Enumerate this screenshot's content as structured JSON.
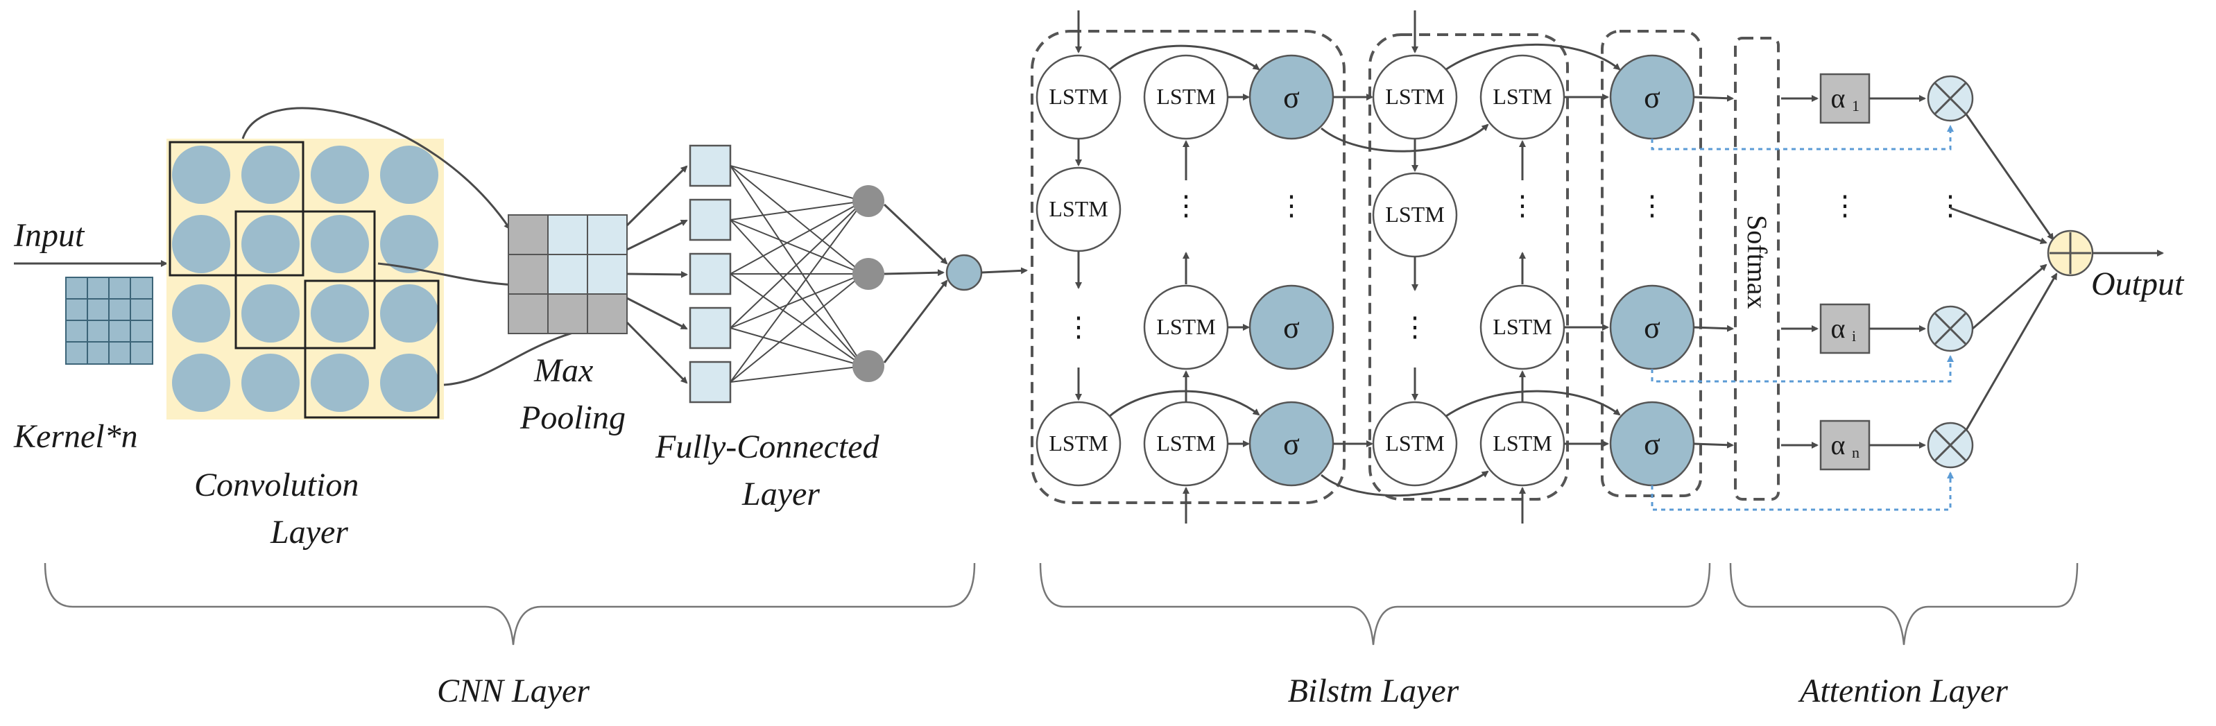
{
  "labels": {
    "input": "Input",
    "kernel": "Kernel*n",
    "convolution_line1": "Convolution",
    "convolution_line2": "Layer",
    "max_line1": "Max",
    "max_line2": "Pooling",
    "fc_line1": "Fully-Connected",
    "fc_line2": "Layer",
    "output": "Output",
    "softmax": "Softmax"
  },
  "sections": {
    "cnn": "CNN Layer",
    "bilstm": "Bilstm Layer",
    "attention": "Attention Layer"
  },
  "nodes": {
    "lstm": "LSTM",
    "sigma": "σ",
    "alpha_1": "α",
    "alpha_1_sub": "1",
    "alpha_i": "α",
    "alpha_i_sub": "i",
    "alpha_n": "α",
    "alpha_n_sub": "n",
    "ellipsis_v": "⋮"
  },
  "colors": {
    "conv_background": "#fdf1c7",
    "conv_circle": "#9cbccc",
    "grid_cell": "#9cbccc",
    "pool_dark": "#b4b4b4",
    "pool_light": "#d7e8f0",
    "fc_box": "#d7e8f0",
    "gray_node": "#8f8f8f",
    "sigma_fill": "#9cbccc",
    "alpha_fill": "#bfbfbf",
    "sum_fill": "#fdf1c7",
    "dashed_blue": "#5b9bd5",
    "line": "#4a4a4a"
  }
}
